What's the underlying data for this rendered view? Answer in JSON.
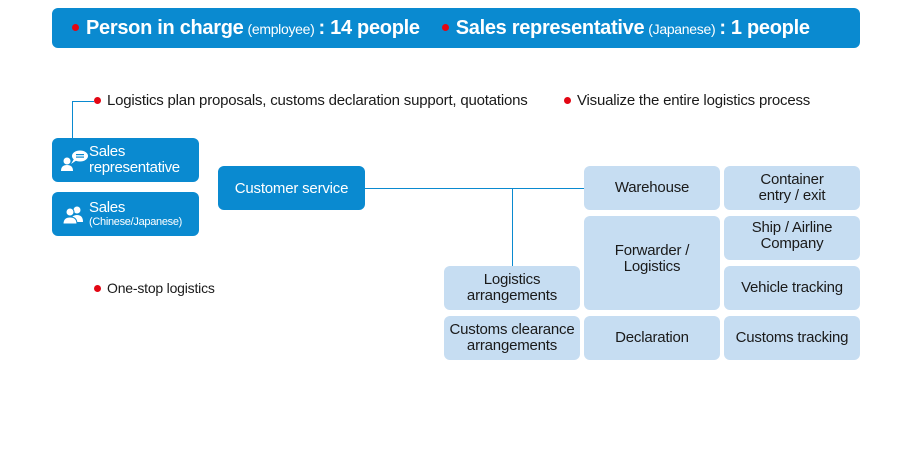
{
  "banner": {
    "item1": {
      "label": "Person in charge",
      "qualifier": "(employee)",
      "value": ": 14 people"
    },
    "item2": {
      "label": "Sales representative",
      "qualifier": "(Japanese)",
      "value": ": 1 people"
    }
  },
  "notes": {
    "top_left": "Logistics plan proposals, customs declaration support, quotations",
    "top_right": "Visualize the entire logistics process",
    "one_stop": "One-stop logistics"
  },
  "sales": {
    "representative": {
      "line1": "Sales",
      "line2": "representative",
      "icon": "person-speech-icon"
    },
    "chinese_japanese": {
      "line1": "Sales",
      "line2": "(Chinese/Japanese)",
      "icon": "two-people-icon"
    }
  },
  "customer_service": "Customer service",
  "services": {
    "logistics_arrangements": "Logistics arrangements",
    "customs_clearance_arrangements": "Customs clearance arrangements",
    "warehouse": "Warehouse",
    "forwarder_logistics": "Forwarder / Logistics",
    "declaration": "Declaration",
    "container_entry_exit": "Container entry / exit",
    "ship_airline": "Ship / Airline Company",
    "vehicle_tracking": "Vehicle tracking",
    "customs_tracking": "Customs tracking"
  },
  "colors": {
    "primary_blue": "#0a8ad0",
    "light_blue": "#c6ddf2",
    "bullet_red": "#e30613"
  }
}
